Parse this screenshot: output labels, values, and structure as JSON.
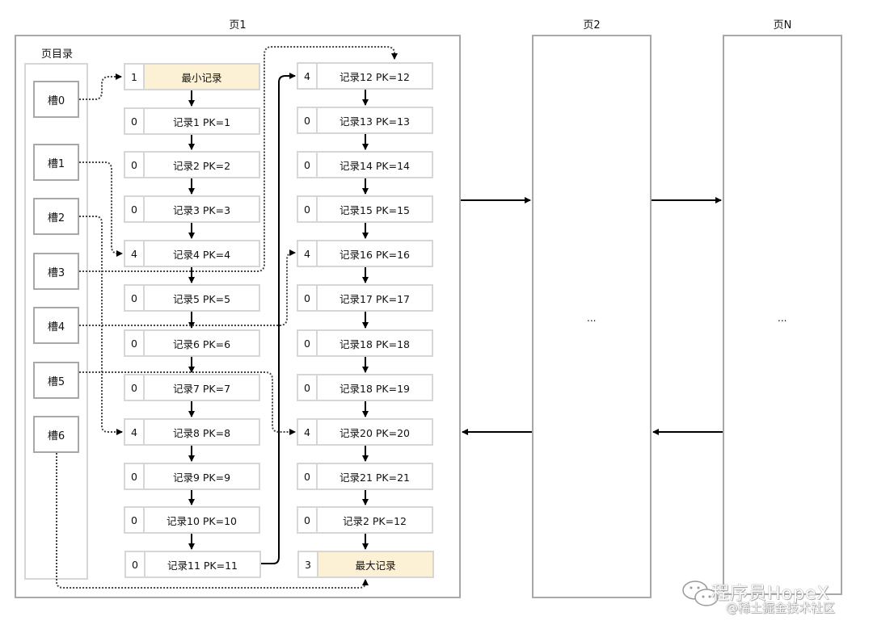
{
  "pages": [
    {
      "title": "页1"
    },
    {
      "title": "页2",
      "content": "..."
    },
    {
      "title": "页N",
      "content": "..."
    }
  ],
  "directory": {
    "title": "页目录",
    "slots": [
      "槽0",
      "槽1",
      "槽2",
      "槽3",
      "槽4",
      "槽5",
      "槽6"
    ]
  },
  "records_left": [
    {
      "owned": "1",
      "label": "最小记录",
      "special": true
    },
    {
      "owned": "0",
      "label": "记录1 PK=1"
    },
    {
      "owned": "0",
      "label": "记录2 PK=2"
    },
    {
      "owned": "0",
      "label": "记录3 PK=3"
    },
    {
      "owned": "4",
      "label": "记录4 PK=4"
    },
    {
      "owned": "0",
      "label": "记录5 PK=5"
    },
    {
      "owned": "0",
      "label": "记录6 PK=6"
    },
    {
      "owned": "0",
      "label": "记录7 PK=7"
    },
    {
      "owned": "4",
      "label": "记录8 PK=8"
    },
    {
      "owned": "0",
      "label": "记录9 PK=9"
    },
    {
      "owned": "0",
      "label": "记录10 PK=10"
    },
    {
      "owned": "0",
      "label": "记录11 PK=11"
    }
  ],
  "records_right": [
    {
      "owned": "4",
      "label": "记录12 PK=12"
    },
    {
      "owned": "0",
      "label": "记录13 PK=13"
    },
    {
      "owned": "0",
      "label": "记录14 PK=14"
    },
    {
      "owned": "0",
      "label": "记录15 PK=15"
    },
    {
      "owned": "4",
      "label": "记录16 PK=16"
    },
    {
      "owned": "0",
      "label": "记录17 PK=17"
    },
    {
      "owned": "0",
      "label": "记录18 PK=18"
    },
    {
      "owned": "0",
      "label": "记录18 PK=19"
    },
    {
      "owned": "4",
      "label": "记录20 PK=20"
    },
    {
      "owned": "0",
      "label": "记录21 PK=21"
    },
    {
      "owned": "0",
      "label": "记录2 PK=12"
    },
    {
      "owned": "3",
      "label": "最大记录",
      "special": true
    }
  ],
  "watermark": {
    "line1": "程序员HopeX",
    "line2": "@稀土掘金技术社区",
    "icon": "wechat-icon"
  },
  "colors": {
    "special_record_bg": "#fcf1d4",
    "page_border": "#a8a8a8",
    "record_border": "#d6d6d6"
  }
}
